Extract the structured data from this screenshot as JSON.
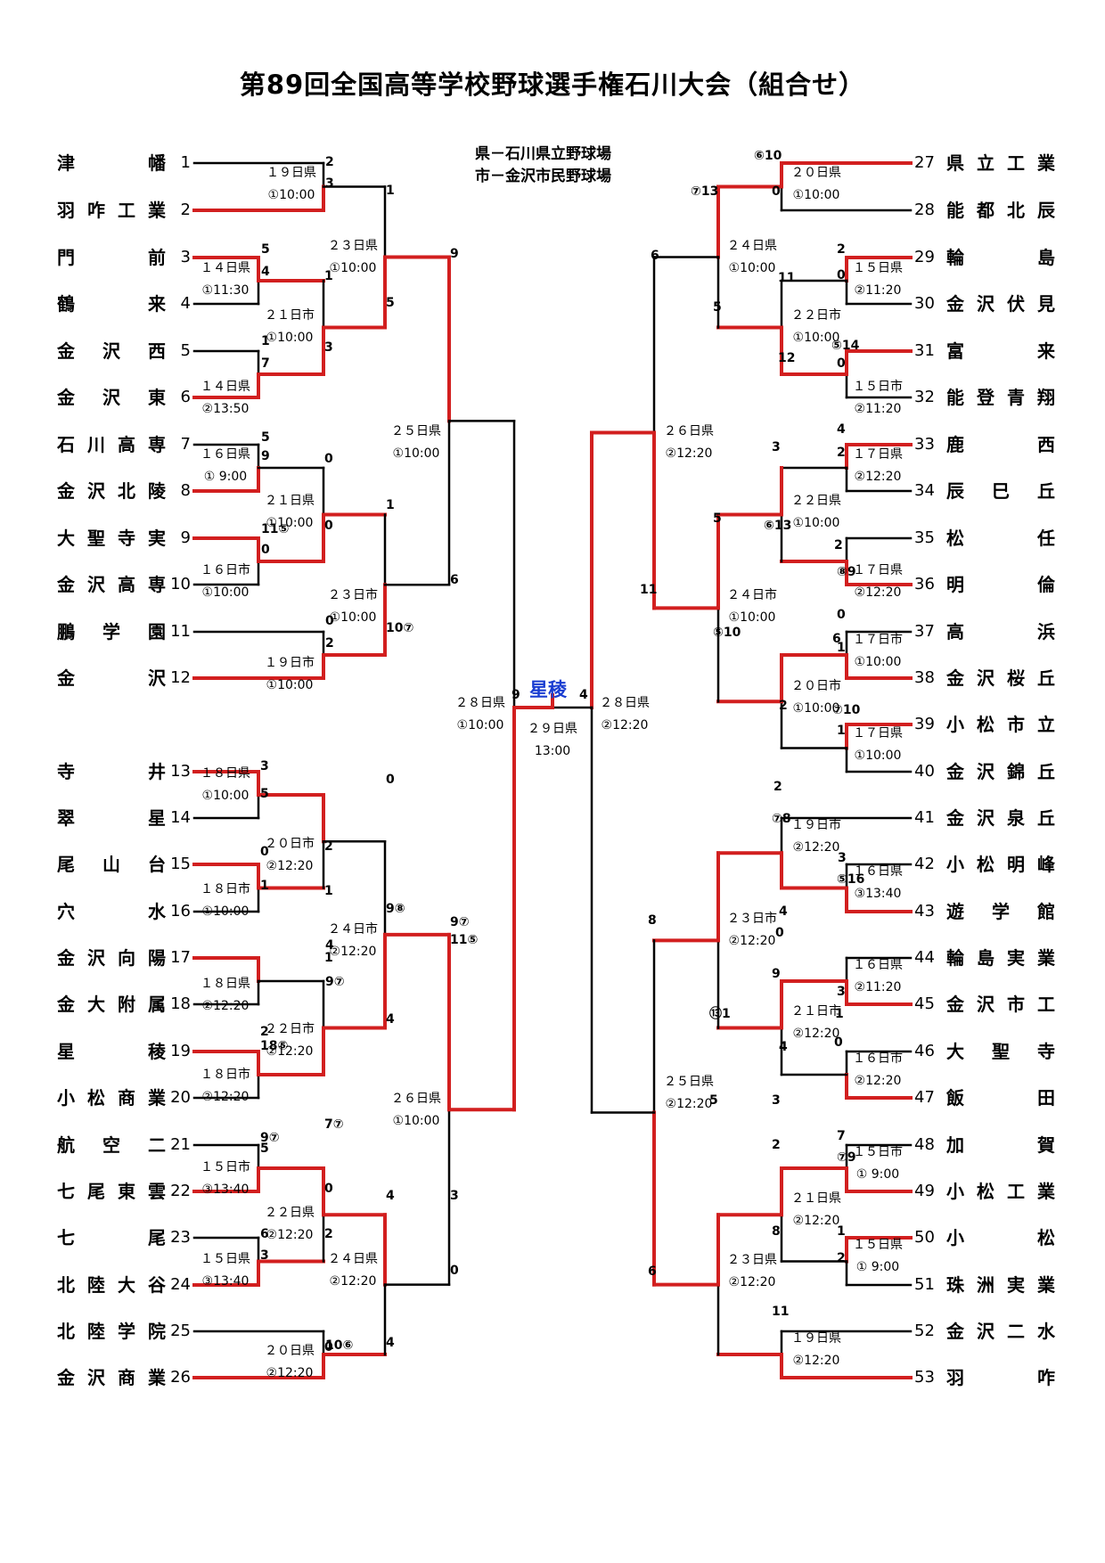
{
  "title": "第89回全国高等学校野球選手権石川大会（組合せ）",
  "legend": [
    "県－石川県立野球場",
    "市－金沢市民野球場"
  ],
  "champion": "星稜",
  "colors": {
    "winner_line": "#d21f1f",
    "line": "#000000",
    "champion": "#1a3dd1"
  },
  "left_teams": [
    "津幡",
    "羽咋工業",
    "門前",
    "鶴来",
    "金沢西",
    "金沢東",
    "石川高専",
    "金沢北陵",
    "大聖寺実",
    "金沢高専",
    "鵬学園",
    "金沢",
    "寺井",
    "翠星",
    "尾山台",
    "穴水",
    "金沢向陽",
    "金大附属",
    "星稜",
    "小松商業",
    "航空二",
    "七尾東雲",
    "七尾",
    "北陸大谷",
    "北陸学院",
    "金沢商業"
  ],
  "right_teams": [
    "県立工業",
    "能都北辰",
    "輪島",
    "金沢伏見",
    "富来",
    "能登青翔",
    "鹿西",
    "辰巳丘",
    "松任",
    "明倫",
    "高浜",
    "金沢桜丘",
    "小松市立",
    "金沢錦丘",
    "金沢泉丘",
    "小松明峰",
    "遊学館",
    "輪島実業",
    "金沢市工",
    "大聖寺",
    "飯田",
    "加賀",
    "小松工業",
    "小松",
    "珠洲実業",
    "金沢二水",
    "羽咋"
  ],
  "schedule": [
    [
      "１９日県",
      "①10:00"
    ],
    [
      "１４日県",
      "①11:30"
    ],
    [
      "１４日県",
      "②13:50"
    ],
    [
      "２１日市",
      "①10:00"
    ],
    [
      "２３日県",
      "①10:00"
    ],
    [
      "１６日県",
      "① 9:00"
    ],
    [
      "１６日市",
      "①10:00"
    ],
    [
      "２１日県",
      "①10:00"
    ],
    [
      "１９日市",
      "①10:00"
    ],
    [
      "２３日市",
      "①10:00"
    ],
    [
      "２５日県",
      "①10:00"
    ],
    [
      "１８日県",
      "①10:00"
    ],
    [
      "１８日市",
      "①10:00"
    ],
    [
      "２０日市",
      "②12:20"
    ],
    [
      "１８日県",
      "②12:20"
    ],
    [
      "１８日市",
      "②12:20"
    ],
    [
      "２２日市",
      "②12:20"
    ],
    [
      "２４日市",
      "②12:20"
    ],
    [
      "１５日市",
      "③13:40"
    ],
    [
      "１５日県",
      "③13:40"
    ],
    [
      "２２日県",
      "②12:20"
    ],
    [
      "２０日県",
      "②12:20"
    ],
    [
      "２４日県",
      "②12:20"
    ],
    [
      "２６日県",
      "①10:00"
    ],
    [
      "２８日県",
      "①10:00"
    ],
    [
      "２９日県",
      "13:00"
    ],
    [
      "２８日県",
      "②12:20"
    ],
    [
      "２０日県",
      "①10:00"
    ],
    [
      "１５日県",
      "②11:20"
    ],
    [
      "１５日市",
      "②11:20"
    ],
    [
      "２２日市",
      "①10:00"
    ],
    [
      "２４日県",
      "①10:00"
    ],
    [
      "１７日県",
      "②12:20"
    ],
    [
      "１７日県",
      "②12:20"
    ],
    [
      "２２日県",
      "①10:00"
    ],
    [
      "１７日市",
      "①10:00"
    ],
    [
      "１７日県",
      "①10:00"
    ],
    [
      "２０日市",
      "①10:00"
    ],
    [
      "２４日市",
      "①10:00"
    ],
    [
      "２６日県",
      "②12:20"
    ],
    [
      "１９日市",
      "②12:20"
    ],
    [
      "１６日県",
      "③13:40"
    ],
    [
      "２３日市",
      "②12:20"
    ],
    [
      "１６日県",
      "②11:20"
    ],
    [
      "１６日市",
      "②12:20"
    ],
    [
      "２１日市",
      "②12:20"
    ],
    [
      "１５日市",
      "① 9:00"
    ],
    [
      "１５日県",
      "① 9:00"
    ],
    [
      "２１日県",
      "②12:20"
    ],
    [
      "１９日県",
      "②12:20"
    ],
    [
      "２３日県",
      "②12:20"
    ],
    [
      "２５日県",
      "②12:20"
    ]
  ],
  "scores": [
    "2",
    "3",
    "1",
    "5",
    "4",
    "1",
    "3",
    "9",
    "5",
    "1",
    "7",
    "5",
    "9",
    "0",
    "0",
    "1",
    "11⑤",
    "0",
    "6",
    "0",
    "2",
    "10⑦",
    "9⑦",
    "4",
    "9⑦",
    "0",
    "3",
    "5",
    "2",
    "1",
    "0",
    "1",
    "11⑤",
    "1",
    "9⑧",
    "2",
    "18⑤",
    "4",
    "9⑦",
    "5",
    "7⑦",
    "0",
    "4",
    "3",
    "0",
    "6",
    "3",
    "2",
    "0",
    "10⑥",
    "4",
    "9",
    "4",
    "⑥10",
    "0",
    "⑦13",
    "6",
    "2",
    "0",
    "11",
    "12",
    "5",
    "⑤14",
    "0",
    "4",
    "2",
    "3",
    "5",
    "⑥13",
    "2",
    "⑧9",
    "11",
    "0",
    "6",
    "⑤10",
    "1",
    "⑦10",
    "2",
    "1",
    "2",
    "⑦8",
    "4",
    "3",
    "⑤16",
    "8",
    "0",
    "9",
    "3",
    "1",
    "0",
    "⑬1",
    "4",
    "2",
    "7",
    "⑦9",
    "3",
    "5",
    "8",
    "1",
    "2",
    "6",
    "11"
  ]
}
